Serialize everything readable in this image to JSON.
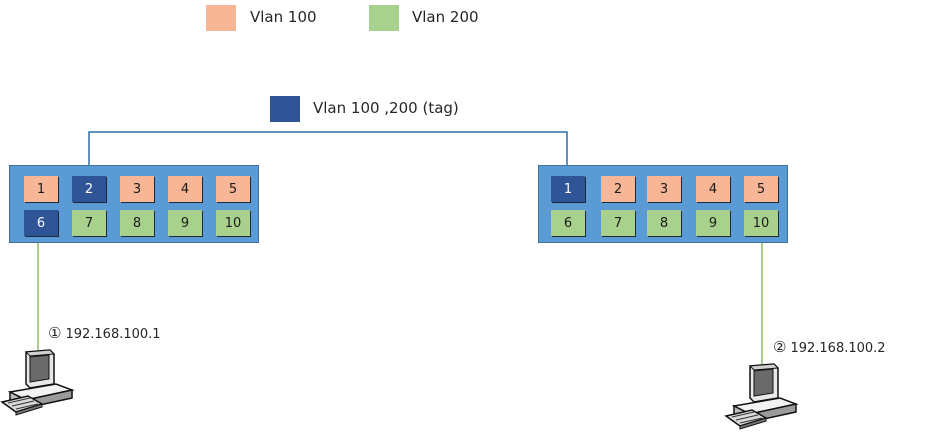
{
  "colors": {
    "vlan100": "#f7b796",
    "vlan200": "#a9d18e",
    "trunk": "#2f5597",
    "link": "#2e6da4",
    "switch": "#5b9bd5"
  },
  "legend": {
    "vlan100": {
      "label": "Vlan 100"
    },
    "vlan200": {
      "label": "Vlan 200"
    },
    "tag": {
      "label": "Vlan 100 ,200 (tag)"
    }
  },
  "switches": [
    {
      "ports": [
        {
          "label": "1",
          "vlan": "vlan100"
        },
        {
          "label": "2",
          "vlan": "trunk"
        },
        {
          "label": "3",
          "vlan": "vlan100"
        },
        {
          "label": "4",
          "vlan": "vlan100"
        },
        {
          "label": "5",
          "vlan": "vlan100"
        },
        {
          "label": "6",
          "vlan": "trunk"
        },
        {
          "label": "7",
          "vlan": "vlan200"
        },
        {
          "label": "8",
          "vlan": "vlan200"
        },
        {
          "label": "9",
          "vlan": "vlan200"
        },
        {
          "label": "10",
          "vlan": "vlan200"
        }
      ]
    },
    {
      "ports": [
        {
          "label": "1",
          "vlan": "trunk"
        },
        {
          "label": "2",
          "vlan": "vlan100"
        },
        {
          "label": "3",
          "vlan": "vlan100"
        },
        {
          "label": "4",
          "vlan": "vlan100"
        },
        {
          "label": "5",
          "vlan": "vlan100"
        },
        {
          "label": "6",
          "vlan": "vlan200"
        },
        {
          "label": "7",
          "vlan": "vlan200"
        },
        {
          "label": "8",
          "vlan": "vlan200"
        },
        {
          "label": "9",
          "vlan": "vlan200"
        },
        {
          "label": "10",
          "vlan": "vlan200"
        }
      ]
    }
  ],
  "hosts": [
    {
      "marker": "①",
      "ip": "192.168.100.1"
    },
    {
      "marker": "②",
      "ip": "192.168.100.2"
    }
  ]
}
